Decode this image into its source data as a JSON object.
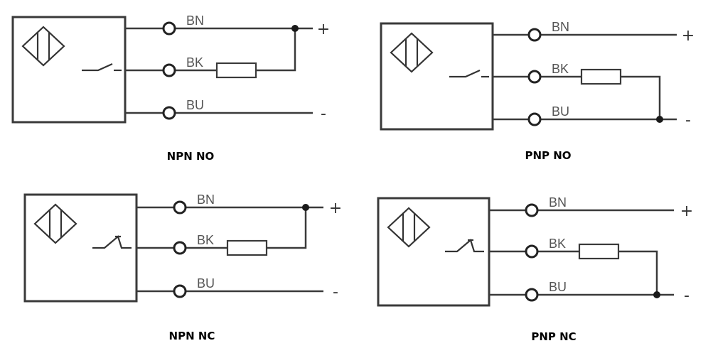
{
  "figure": {
    "diagrams": [
      {
        "id": "npn-no",
        "caption": "NPN NO",
        "switch_type": "normally-open",
        "load_to": "plus",
        "wires": [
          {
            "label": "BN",
            "polarity": "+"
          },
          {
            "label": "BK",
            "polarity": ""
          },
          {
            "label": "BU",
            "polarity": "-"
          }
        ]
      },
      {
        "id": "pnp-no",
        "caption": "PNP NO",
        "switch_type": "normally-open",
        "load_to": "minus",
        "wires": [
          {
            "label": "BN",
            "polarity": "+"
          },
          {
            "label": "BK",
            "polarity": ""
          },
          {
            "label": "BU",
            "polarity": "-"
          }
        ]
      },
      {
        "id": "npn-nc",
        "caption": "NPN NC",
        "switch_type": "normally-closed",
        "load_to": "plus",
        "wires": [
          {
            "label": "BN",
            "polarity": "+"
          },
          {
            "label": "BK",
            "polarity": ""
          },
          {
            "label": "BU",
            "polarity": "-"
          }
        ]
      },
      {
        "id": "pnp-nc",
        "caption": "PNP NC",
        "switch_type": "normally-closed",
        "load_to": "minus",
        "wires": [
          {
            "label": "BN",
            "polarity": "+"
          },
          {
            "label": "BK",
            "polarity": ""
          },
          {
            "label": "BU",
            "polarity": "-"
          }
        ]
      }
    ],
    "icons": {
      "sensor": "inductive-sensor-icon",
      "terminal": "terminal-icon",
      "resistor": "load-resistor-icon",
      "junction": "junction-dot-icon"
    }
  }
}
